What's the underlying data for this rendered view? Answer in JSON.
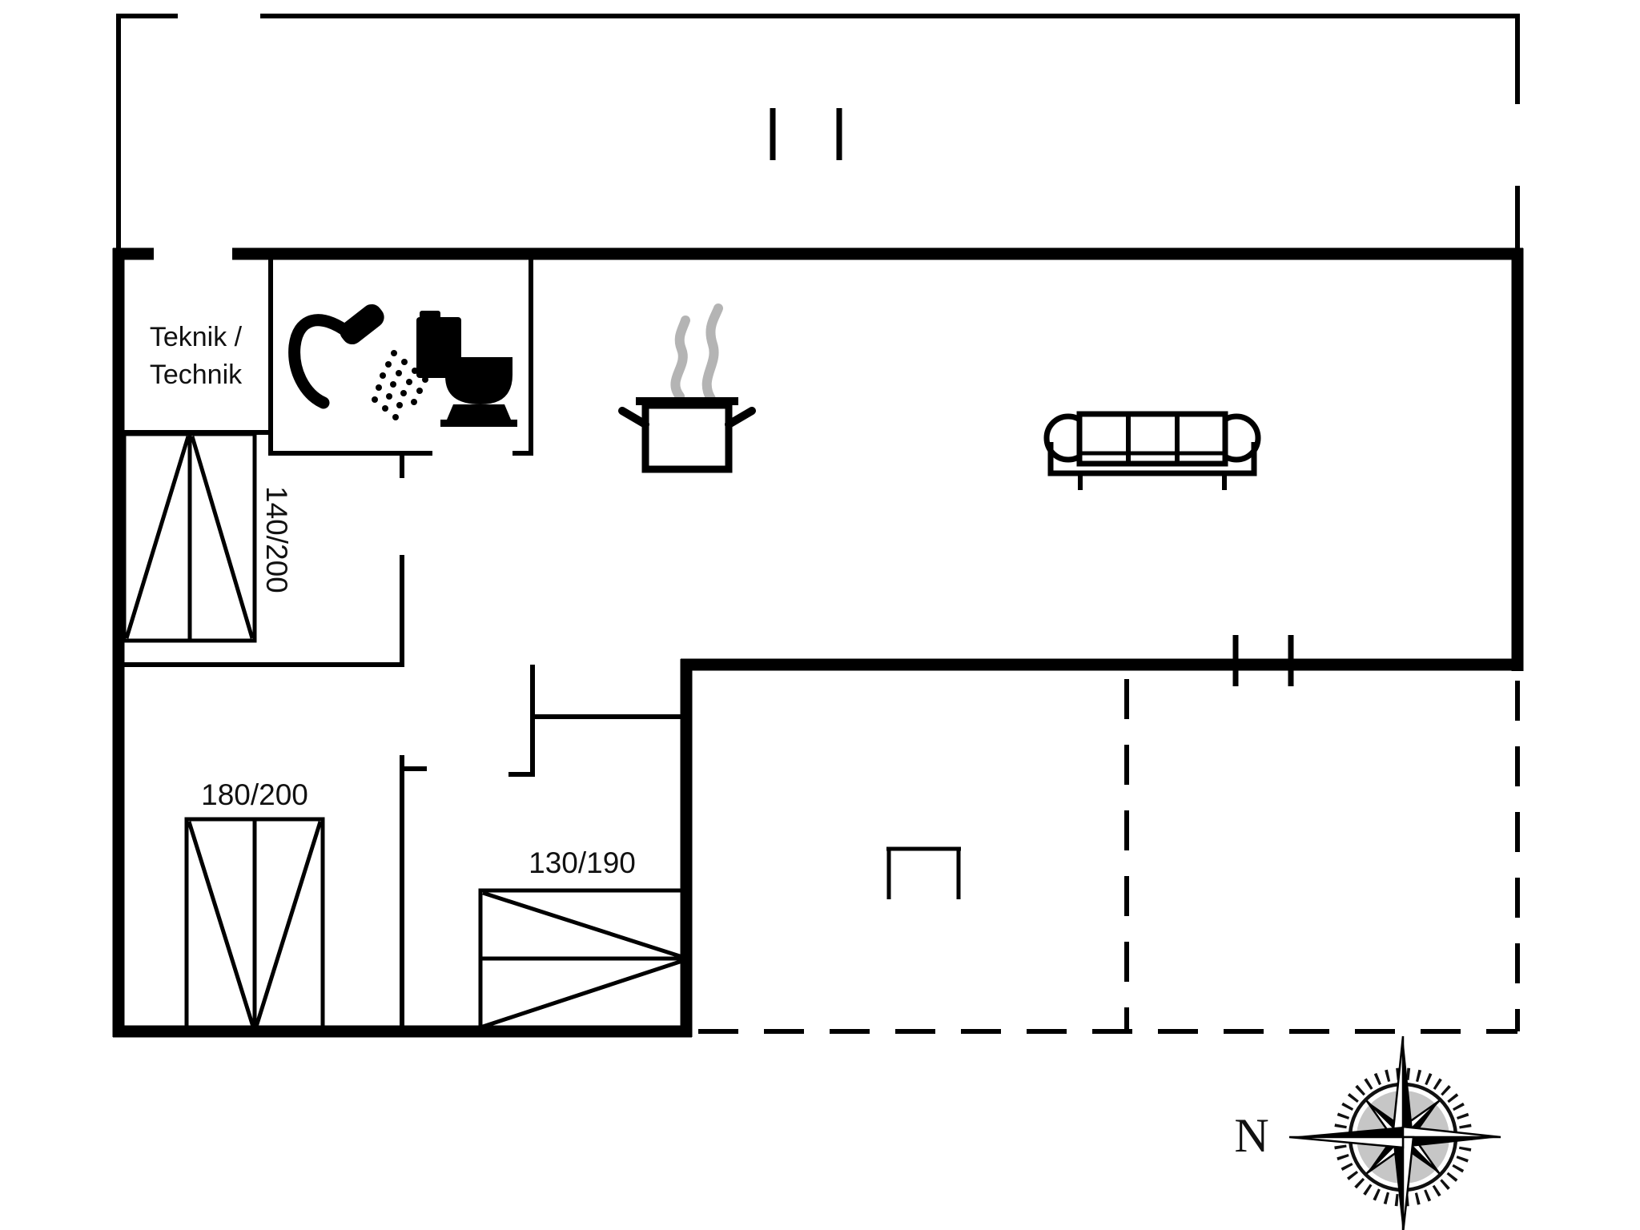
{
  "document": {
    "type": "holiday-house-floor-plan"
  },
  "rooms": {
    "technic": {
      "line1": "Teknik /",
      "line2": "Technik"
    }
  },
  "beds": [
    {
      "id": "bed-140x200",
      "label": "140/200"
    },
    {
      "id": "bed-180x200",
      "label": "180/200"
    },
    {
      "id": "bed-130x190",
      "label": "130/190"
    }
  ],
  "compass": {
    "north": "N"
  },
  "icons": [
    "shower-icon",
    "toilet-icon",
    "cooking-pot-icon",
    "steam-icon",
    "sofa-icon",
    "outdoor-table-icon",
    "compass-rose-icon"
  ],
  "colors": {
    "line": "#000000",
    "steam": "#b4b4b4",
    "background": "#ffffff"
  }
}
